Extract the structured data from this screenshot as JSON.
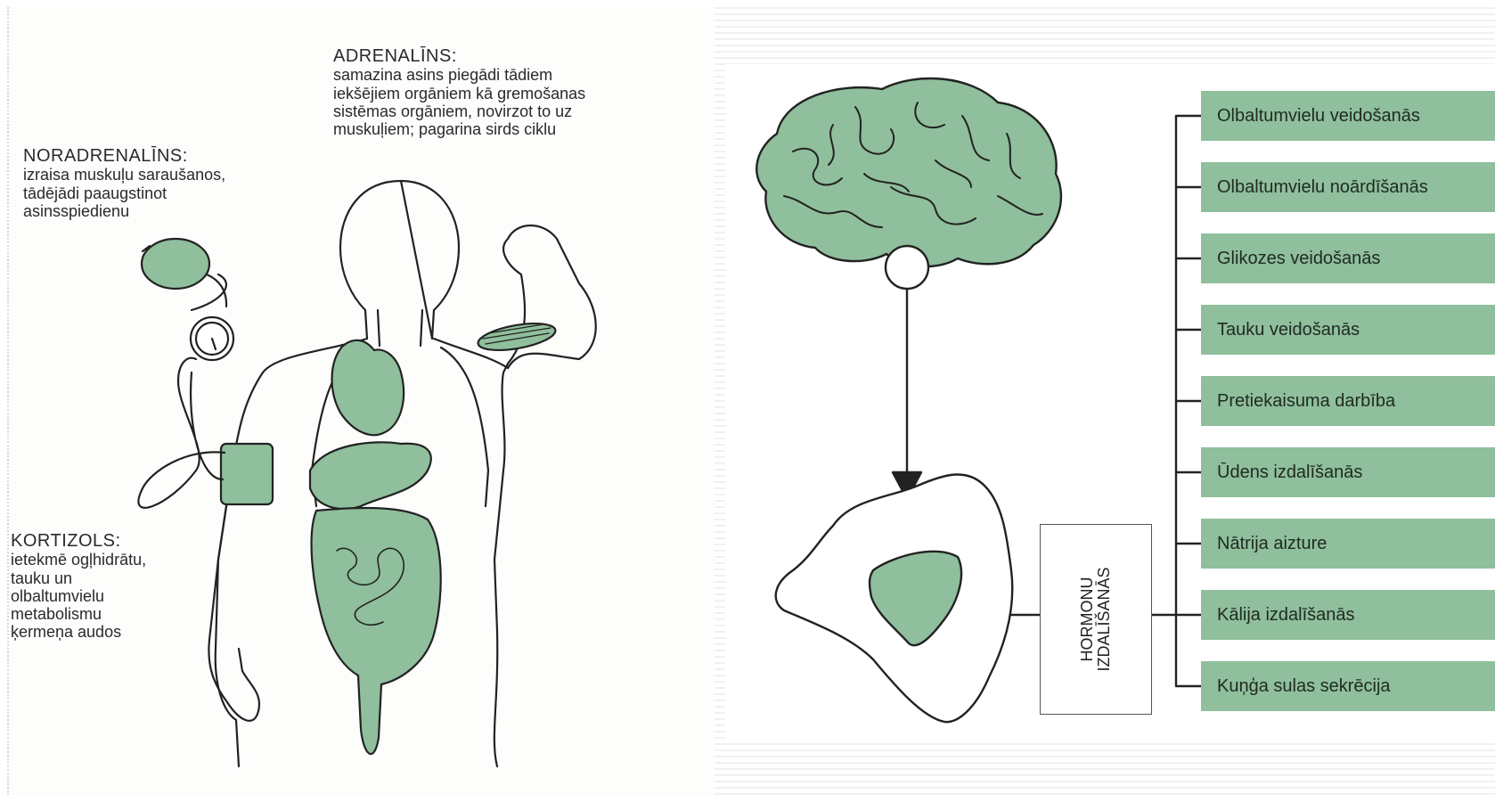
{
  "left": {
    "adrenaline": {
      "title": "ADRENALĪNS:",
      "text": "samazina asins piegādi tādiem\niekšējiem orgāniem kā gremošanas\nsistēmas orgāniem, novirzot to uz\nmuskuļiem; pagarina sirds ciklu"
    },
    "noradrenaline": {
      "title": "NORADRENALĪNS:",
      "text": "izraisa muskuļu saraušanos,\ntādējādi paaugstinot\nasinsspiedienu"
    },
    "cortisol": {
      "title": "KORTIZOLS:",
      "text": "ietekmē ogļhidrātu,\ntauku un\nolbaltumvielu\nmetabolismu\nķermeņa audos"
    }
  },
  "right": {
    "hormone_label": "HORMONU\nIZDALĪŠANĀS",
    "effects": [
      "Olbaltumvielu veidošanās",
      "Olbaltumvielu noārdīšanās",
      "Glikozes veidošanās",
      "Tauku veidošanās",
      "Pretiekaisuma darbība",
      "Ūdens izdalīšanās",
      "Nātrija aizture",
      "Kālija izdalīšanās",
      "Kuņģa sulas sekrēcija"
    ]
  },
  "colors": {
    "organ_green": "#8fbf9c",
    "line": "#222222"
  }
}
